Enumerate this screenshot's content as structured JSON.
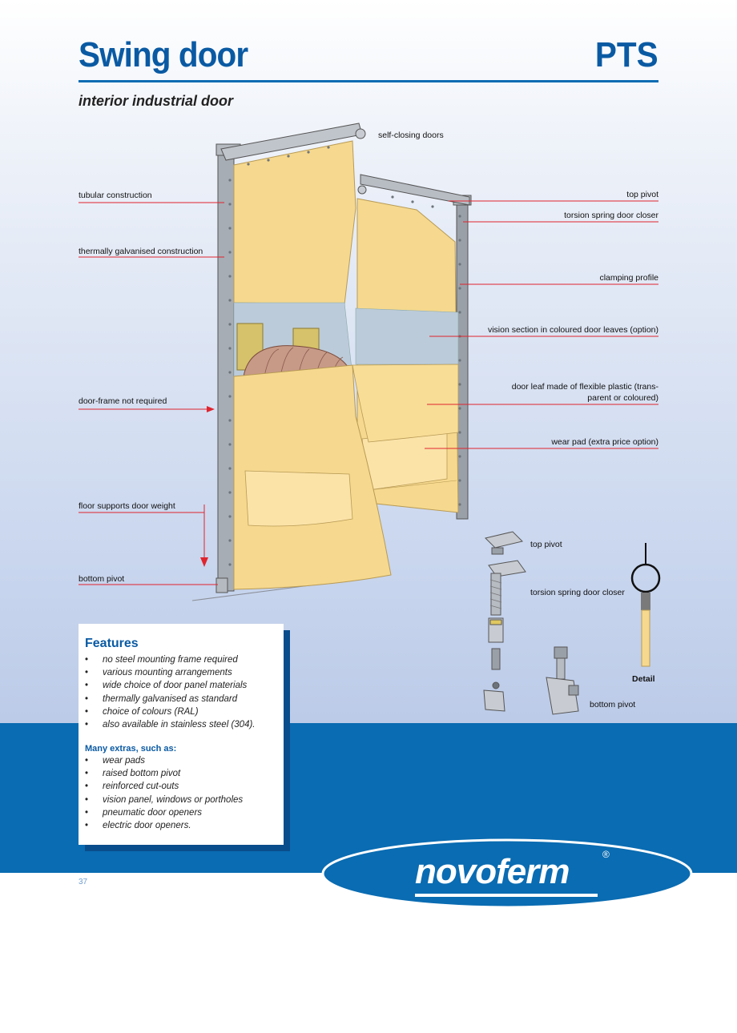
{
  "header": {
    "title": "Swing door",
    "model": "PTS",
    "subtitle": "interior industrial door"
  },
  "callouts_left": [
    "tubular construction",
    "thermally galvanised construction",
    "door-frame not required",
    "floor supports door weight",
    "bottom pivot"
  ],
  "callout_top": "self-closing doors",
  "callouts_right": [
    "top pivot",
    "torsion spring door closer",
    "clamping profile",
    "vision section in coloured door leaves (option)",
    "door leaf made of flexible plastic (trans- parent or coloured)",
    "wear pad (extra price option)"
  ],
  "detail": {
    "top_pivot": "top pivot",
    "torsion_spring": "torsion spring door closer",
    "detail_label": "Detail",
    "bottom_pivot": "bottom pivot"
  },
  "features": {
    "heading": "Features",
    "items": [
      "no steel mounting frame required",
      "various mounting arrangements",
      "wide choice of door panel materials",
      "thermally galvanised as standard",
      "choice of colours (RAL)",
      "also available in stainless steel (304)."
    ],
    "extras_heading": "Many extras, such as:",
    "extras": [
      "wear pads",
      "raised bottom pivot",
      "reinforced cut-outs",
      "vision panel, windows or portholes",
      "pneumatic door openers",
      "electric door openers."
    ]
  },
  "footer": {
    "page_number": "37",
    "brand": "novoferm",
    "registered": "®"
  },
  "colors": {
    "brand_blue": "#0a6cb2",
    "title_blue": "#0a5aa3",
    "door_yellow": "#f7dc95",
    "callout_red": "#e0242e"
  }
}
